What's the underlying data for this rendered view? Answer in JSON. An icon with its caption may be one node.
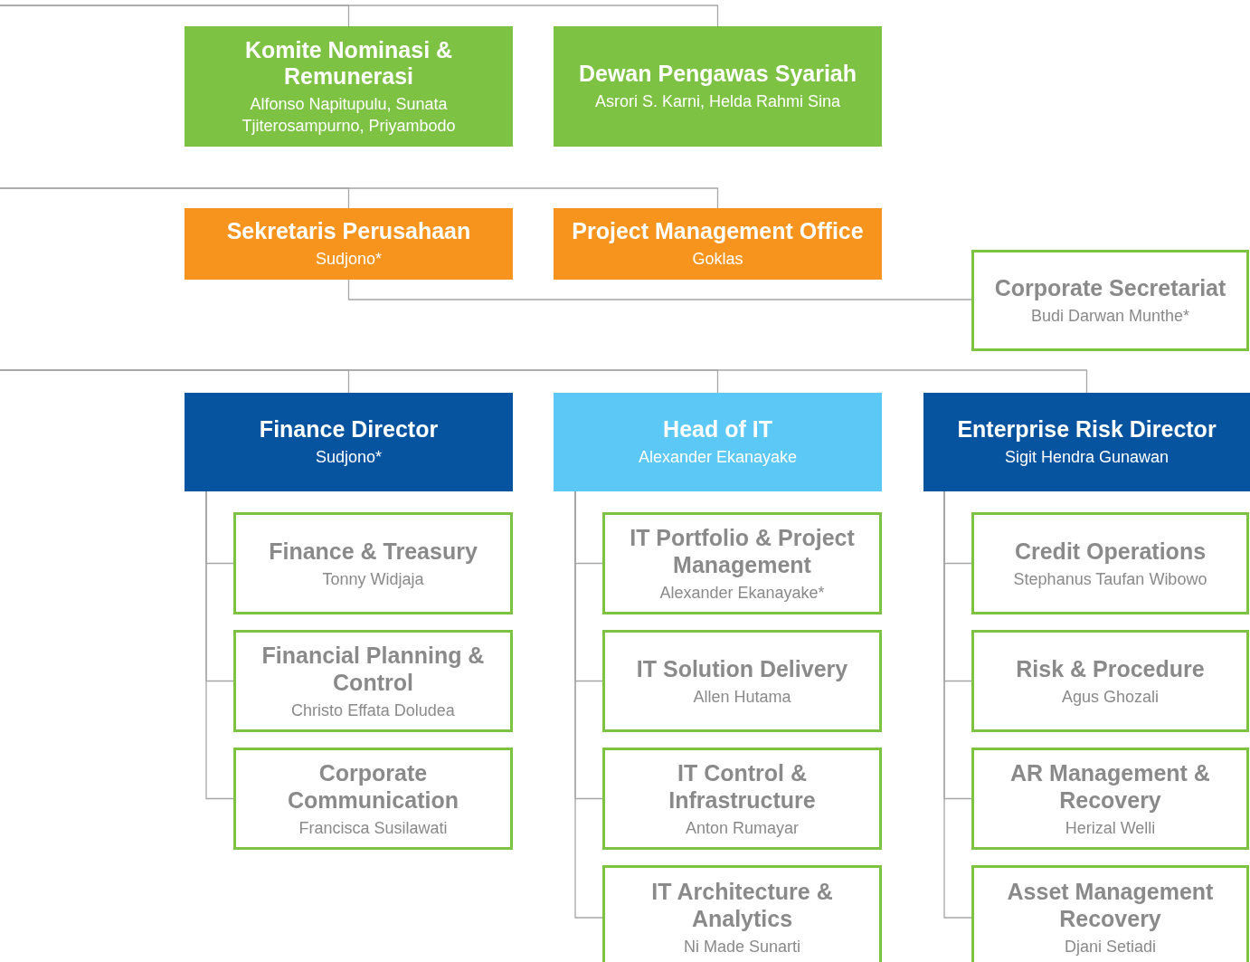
{
  "diagram": {
    "nodes": [
      {
        "text": [
          "Komite Nominasi & Remunerasi",
          "Alfonso Napitupulu, Sunata Tjiterosampurno, Priyambodo"
        ]
      },
      {
        "text": [
          "Dewan Pengawas Syariah",
          "Asrori S. Karni, Helda Rahmi Sina"
        ]
      },
      {
        "text": [
          "Sekretaris Perusahaan",
          "Sudjono*"
        ]
      },
      {
        "text": [
          "Project Management Office",
          "Goklas"
        ]
      },
      {
        "text": [
          "Corporate Secretariat",
          "Budi Darwan Munthe*"
        ]
      },
      {
        "text": [
          "Finance Director",
          "Sudjono*"
        ]
      },
      {
        "text": [
          "Head of IT",
          "Alexander Ekanayake"
        ]
      },
      {
        "text": [
          "Enterprise Risk Director",
          "Sigit Hendra Gunawan"
        ]
      },
      {
        "text": [
          "Finance & Treasury",
          "Tonny Widjaja"
        ]
      },
      {
        "text": [
          "Financial Planning & Control",
          "Christo Effata Doludea"
        ]
      },
      {
        "text": [
          "Corporate Communication",
          "Francisca Susilawati"
        ]
      },
      {
        "text": [
          "IT Portfolio & Project Management",
          "Alexander Ekanayake*"
        ]
      },
      {
        "text": [
          "IT Solution Delivery",
          "Allen Hutama"
        ]
      },
      {
        "text": [
          "IT Control & Infrastructure",
          "Anton Rumayar"
        ]
      },
      {
        "text": [
          "IT Architecture & Analytics",
          "Ni Made Sunarti"
        ]
      },
      {
        "text": [
          "Credit Operations",
          "Stephanus Taufan Wibowo"
        ]
      },
      {
        "text": [
          "Risk & Procedure",
          "Agus Ghozali"
        ]
      },
      {
        "text": [
          "AR Management & Recovery",
          "Herizal Welli"
        ]
      },
      {
        "text": [
          "Asset Management Recovery",
          "Djani Setiadi"
        ]
      }
    ],
    "edges": [
      {
        "from": null,
        "to": 0,
        "arrow": "none"
      },
      {
        "from": null,
        "to": 1,
        "arrow": "none"
      },
      {
        "from": null,
        "to": 2,
        "arrow": "none"
      },
      {
        "from": null,
        "to": 3,
        "arrow": "none"
      },
      {
        "from": 2,
        "to": 4,
        "arrow": "none"
      },
      {
        "from": null,
        "to": 5,
        "arrow": "none"
      },
      {
        "from": null,
        "to": 6,
        "arrow": "none"
      },
      {
        "from": null,
        "to": 7,
        "arrow": "none"
      },
      {
        "from": 5,
        "to": 8,
        "arrow": "none"
      },
      {
        "from": 5,
        "to": 9,
        "arrow": "none"
      },
      {
        "from": 5,
        "to": 10,
        "arrow": "none"
      },
      {
        "from": 6,
        "to": 11,
        "arrow": "none"
      },
      {
        "from": 6,
        "to": 12,
        "arrow": "none"
      },
      {
        "from": 6,
        "to": 13,
        "arrow": "none"
      },
      {
        "from": 6,
        "to": 14,
        "arrow": "none"
      },
      {
        "from": 7,
        "to": 15,
        "arrow": "none"
      },
      {
        "from": 7,
        "to": 16,
        "arrow": "none"
      },
      {
        "from": 7,
        "to": 17,
        "arrow": "none"
      },
      {
        "from": 7,
        "to": 18,
        "arrow": "none"
      }
    ]
  }
}
